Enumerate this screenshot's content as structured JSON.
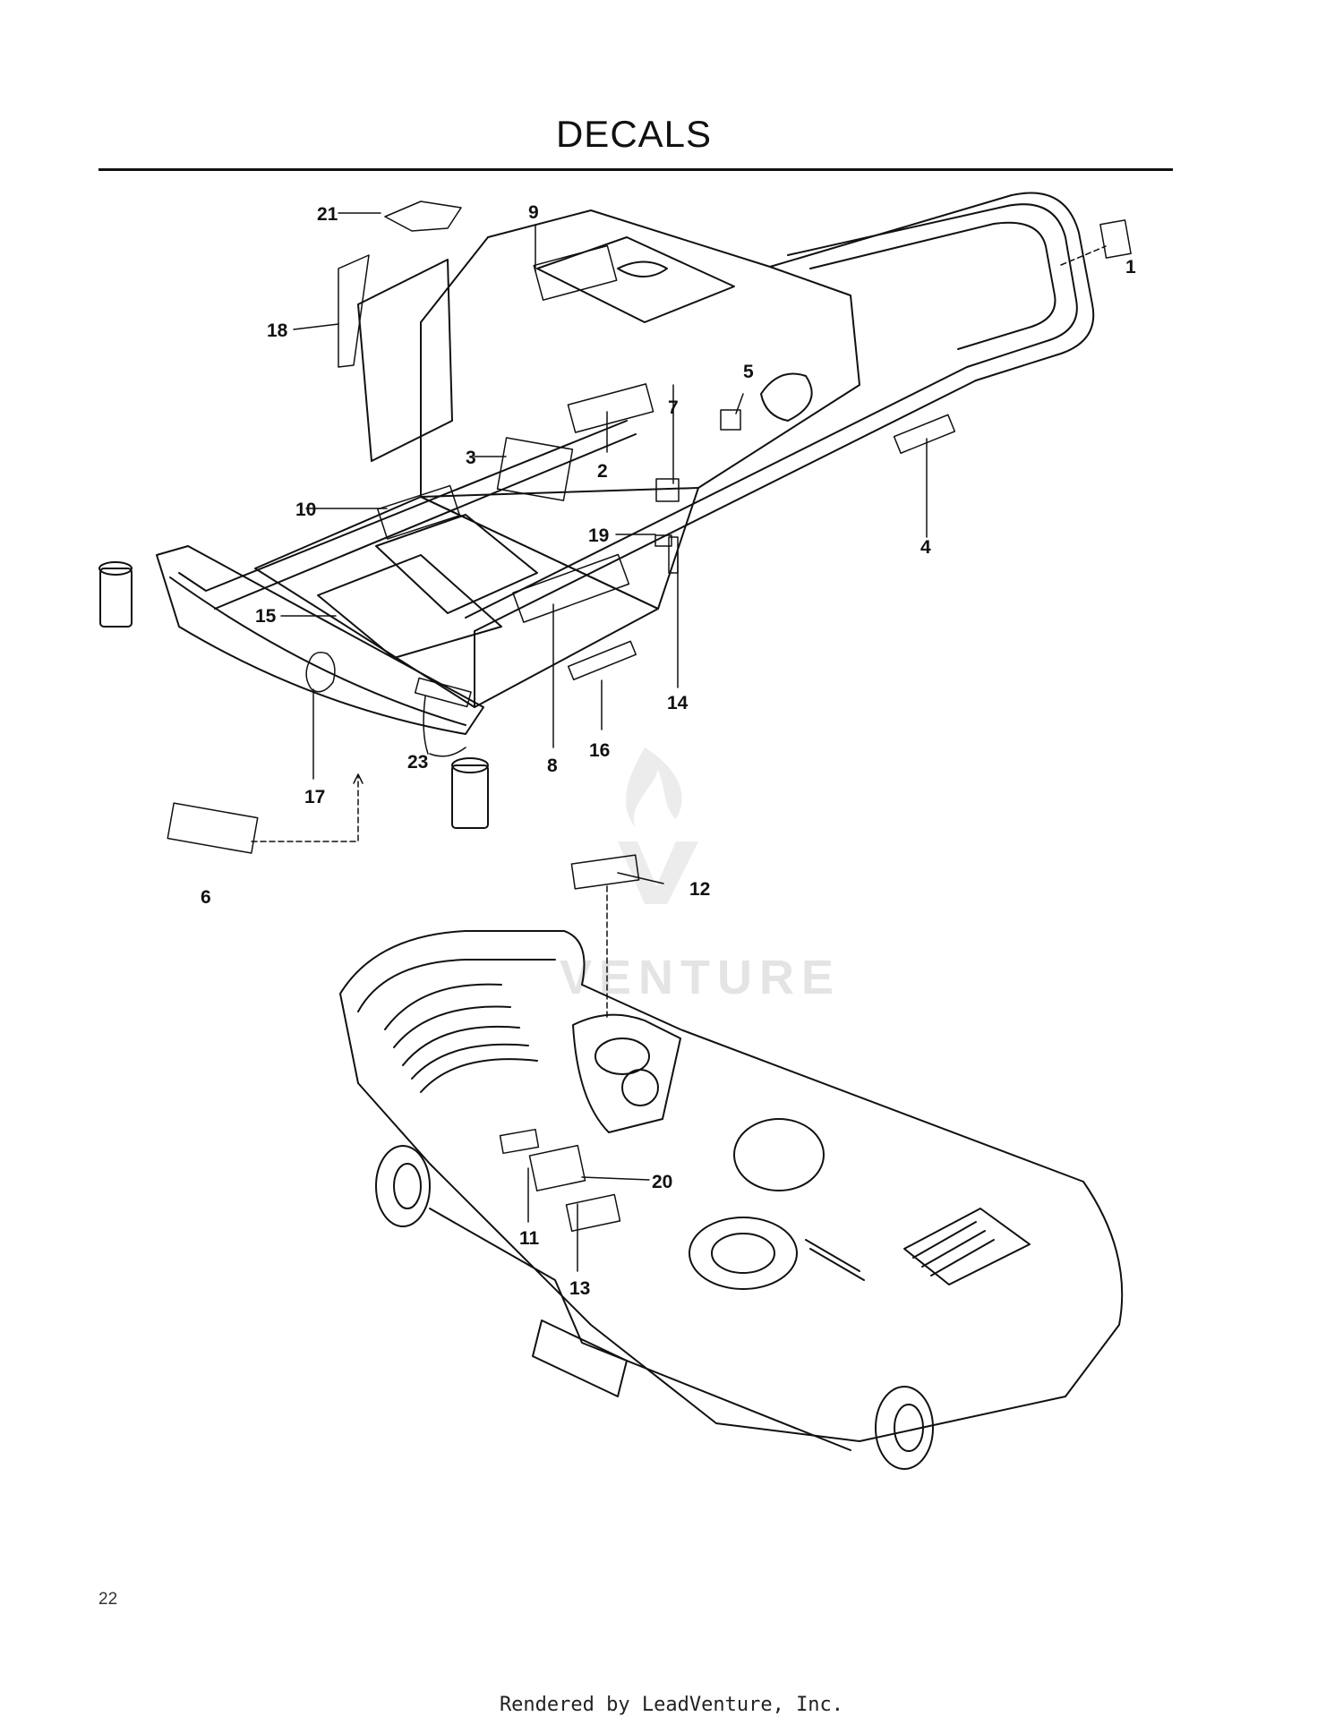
{
  "page": {
    "title": "DECALS",
    "page_number": "22",
    "footer": "Rendered by LeadVenture, Inc.",
    "watermark": "VENTURE"
  },
  "callouts": [
    {
      "id": "c1",
      "label": "1"
    },
    {
      "id": "c2",
      "label": "2"
    },
    {
      "id": "c3",
      "label": "3"
    },
    {
      "id": "c4",
      "label": "4"
    },
    {
      "id": "c5",
      "label": "5"
    },
    {
      "id": "c6",
      "label": "6"
    },
    {
      "id": "c7",
      "label": "7"
    },
    {
      "id": "c8",
      "label": "8"
    },
    {
      "id": "c9",
      "label": "9"
    },
    {
      "id": "c10",
      "label": "10"
    },
    {
      "id": "c11",
      "label": "11"
    },
    {
      "id": "c12",
      "label": "12"
    },
    {
      "id": "c13",
      "label": "13"
    },
    {
      "id": "c14",
      "label": "14"
    },
    {
      "id": "c15",
      "label": "15"
    },
    {
      "id": "c16",
      "label": "16"
    },
    {
      "id": "c17",
      "label": "17"
    },
    {
      "id": "c18",
      "label": "18"
    },
    {
      "id": "c19",
      "label": "19"
    },
    {
      "id": "c20",
      "label": "20"
    },
    {
      "id": "c21",
      "label": "21"
    },
    {
      "id": "c23",
      "label": "23"
    }
  ],
  "colors": {
    "ink": "#111111",
    "watermark": "#e4e4e4",
    "background": "#ffffff"
  }
}
